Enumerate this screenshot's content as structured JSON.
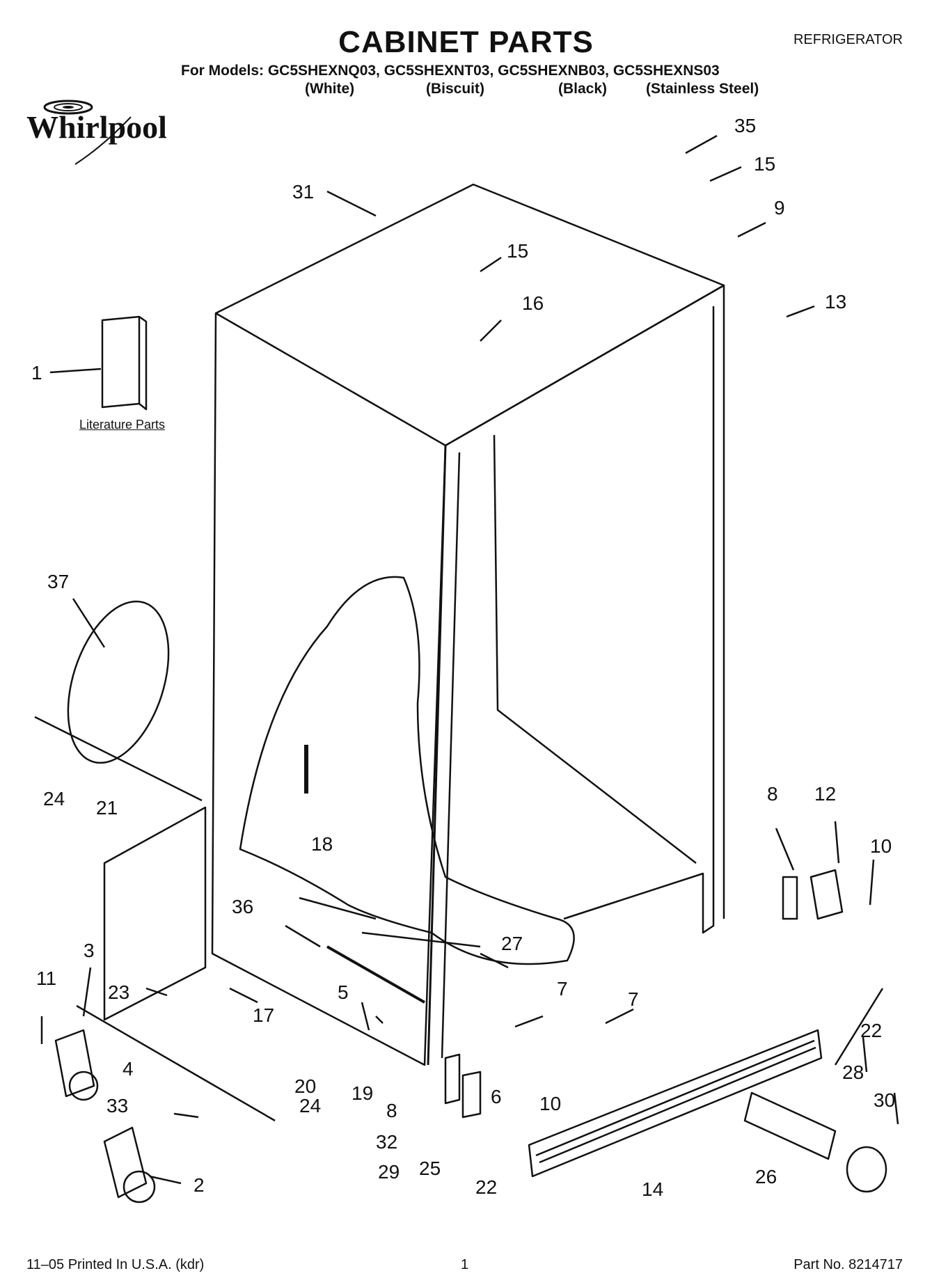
{
  "header": {
    "title": "CABINET PARTS",
    "appliance_type": "REFRIGERATOR",
    "models_line": "For Models: GC5SHEXNQ03, GC5SHEXNT03, GC5SHEXNB03, GC5SHEXNS03",
    "colors": [
      "(White)",
      "(Biscuit)",
      "(Black)",
      "(Stainless Steel)"
    ]
  },
  "brand": {
    "logo_text": "Whirlpool"
  },
  "diagram": {
    "literature_label": "Literature Parts",
    "callouts": [
      "35",
      "15",
      "31",
      "9",
      "15",
      "16",
      "13",
      "1",
      "37",
      "24",
      "21",
      "18",
      "8",
      "12",
      "10",
      "36",
      "27",
      "3",
      "11",
      "23",
      "17",
      "5",
      "7",
      "7",
      "22",
      "4",
      "20",
      "19",
      "24",
      "6",
      "10",
      "8",
      "28",
      "30",
      "33",
      "32",
      "29",
      "25",
      "22",
      "2",
      "26",
      "14"
    ]
  },
  "footer": {
    "print_info": "11–05 Printed In U.S.A. (kdr)",
    "page_number": "1",
    "part_number": "Part No. 8214717"
  }
}
